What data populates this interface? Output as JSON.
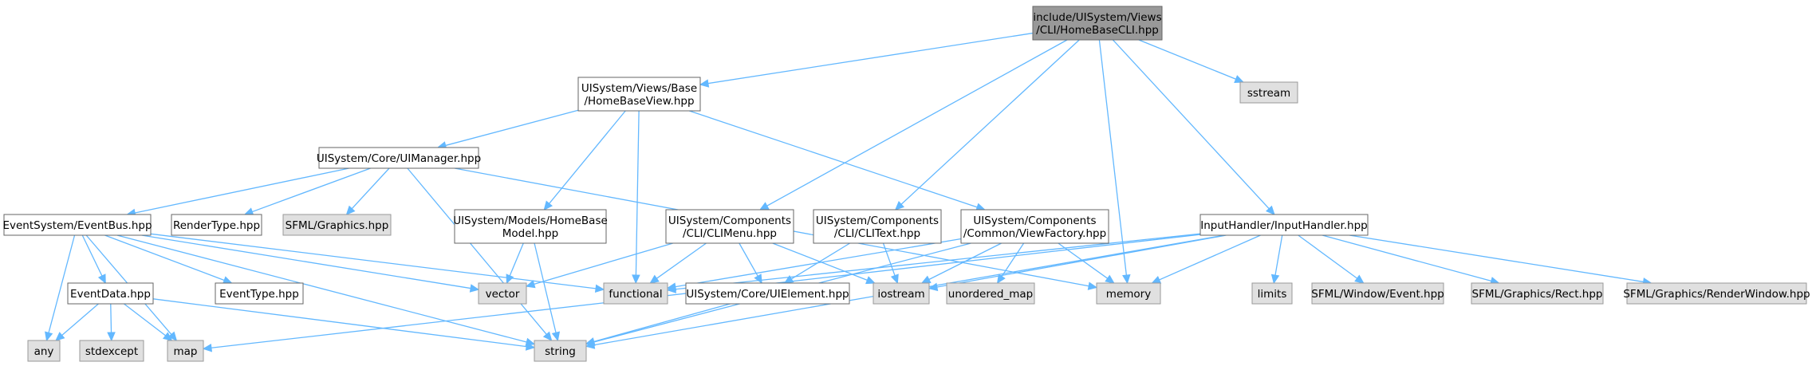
{
  "graph": {
    "colors": {
      "root_fill": "#999999",
      "root_stroke": "#666666",
      "internal_fill": "#ffffff",
      "internal_stroke": "#666666",
      "external_fill": "#e0e0e0",
      "external_stroke": "#999999",
      "edge": "#63b8ff"
    },
    "nodes": [
      {
        "id": "root",
        "kind": "root",
        "label": [
          "include/UISystem/Views",
          "/CLI/HomeBaseCLI.hpp"
        ]
      },
      {
        "id": "sstream",
        "kind": "external",
        "label": [
          "sstream"
        ]
      },
      {
        "id": "homebaseview",
        "kind": "internal",
        "label": [
          "UISystem/Views/Base",
          "/HomeBaseView.hpp"
        ]
      },
      {
        "id": "uimanager",
        "kind": "internal",
        "label": [
          "UISystem/Core/UIManager.hpp"
        ]
      },
      {
        "id": "eventbus",
        "kind": "internal",
        "label": [
          "EventSystem/EventBus.hpp"
        ]
      },
      {
        "id": "rendertype",
        "kind": "internal",
        "label": [
          "RenderType.hpp"
        ]
      },
      {
        "id": "sfmlgraphics",
        "kind": "external",
        "label": [
          "SFML/Graphics.hpp"
        ]
      },
      {
        "id": "homebasemodel",
        "kind": "internal",
        "label": [
          "UISystem/Models/HomeBase",
          "Model.hpp"
        ]
      },
      {
        "id": "climenu",
        "kind": "internal",
        "label": [
          "UISystem/Components",
          "/CLI/CLIMenu.hpp"
        ]
      },
      {
        "id": "clitext",
        "kind": "internal",
        "label": [
          "UISystem/Components",
          "/CLI/CLIText.hpp"
        ]
      },
      {
        "id": "viewfactory",
        "kind": "internal",
        "label": [
          "UISystem/Components",
          "/Common/ViewFactory.hpp"
        ]
      },
      {
        "id": "inputhandler",
        "kind": "internal",
        "label": [
          "InputHandler/InputHandler.hpp"
        ]
      },
      {
        "id": "eventdata",
        "kind": "internal",
        "label": [
          "EventData.hpp"
        ]
      },
      {
        "id": "eventtype",
        "kind": "internal",
        "label": [
          "EventType.hpp"
        ]
      },
      {
        "id": "vector",
        "kind": "external",
        "label": [
          "vector"
        ]
      },
      {
        "id": "functional",
        "kind": "external",
        "label": [
          "functional"
        ]
      },
      {
        "id": "uielement",
        "kind": "internal",
        "label": [
          "UISystem/Core/UIElement.hpp"
        ]
      },
      {
        "id": "iostream",
        "kind": "external",
        "label": [
          "iostream"
        ]
      },
      {
        "id": "unordered_map",
        "kind": "external",
        "label": [
          "unordered_map"
        ]
      },
      {
        "id": "memory",
        "kind": "external",
        "label": [
          "memory"
        ]
      },
      {
        "id": "limits",
        "kind": "external",
        "label": [
          "limits"
        ]
      },
      {
        "id": "sfmlevent",
        "kind": "external",
        "label": [
          "SFML/Window/Event.hpp"
        ]
      },
      {
        "id": "sfmlrect",
        "kind": "external",
        "label": [
          "SFML/Graphics/Rect.hpp"
        ]
      },
      {
        "id": "sfmlrenderwindow",
        "kind": "external",
        "label": [
          "SFML/Graphics/RenderWindow.hpp"
        ]
      },
      {
        "id": "any",
        "kind": "external",
        "label": [
          "any"
        ]
      },
      {
        "id": "stdexcept",
        "kind": "external",
        "label": [
          "stdexcept"
        ]
      },
      {
        "id": "map",
        "kind": "external",
        "label": [
          "map"
        ]
      },
      {
        "id": "string",
        "kind": "external",
        "label": [
          "string"
        ]
      }
    ],
    "edges": [
      [
        "root",
        "homebaseview"
      ],
      [
        "root",
        "sstream"
      ],
      [
        "root",
        "climenu"
      ],
      [
        "root",
        "clitext"
      ],
      [
        "root",
        "memory"
      ],
      [
        "root",
        "inputhandler"
      ],
      [
        "homebaseview",
        "uimanager"
      ],
      [
        "homebaseview",
        "homebasemodel"
      ],
      [
        "homebaseview",
        "functional"
      ],
      [
        "homebaseview",
        "viewfactory"
      ],
      [
        "uimanager",
        "eventbus"
      ],
      [
        "uimanager",
        "rendertype"
      ],
      [
        "uimanager",
        "sfmlgraphics"
      ],
      [
        "uimanager",
        "memory"
      ],
      [
        "uimanager",
        "string"
      ],
      [
        "eventbus",
        "eventdata"
      ],
      [
        "eventbus",
        "eventtype"
      ],
      [
        "eventbus",
        "vector"
      ],
      [
        "eventbus",
        "functional"
      ],
      [
        "eventbus",
        "any"
      ],
      [
        "eventbus",
        "map"
      ],
      [
        "eventbus",
        "string"
      ],
      [
        "eventdata",
        "any"
      ],
      [
        "eventdata",
        "stdexcept"
      ],
      [
        "eventdata",
        "map"
      ],
      [
        "eventdata",
        "string"
      ],
      [
        "homebasemodel",
        "vector"
      ],
      [
        "homebasemodel",
        "string"
      ],
      [
        "climenu",
        "vector"
      ],
      [
        "climenu",
        "functional"
      ],
      [
        "climenu",
        "uielement"
      ],
      [
        "climenu",
        "iostream"
      ],
      [
        "clitext",
        "uielement"
      ],
      [
        "clitext",
        "iostream"
      ],
      [
        "viewfactory",
        "functional"
      ],
      [
        "viewfactory",
        "iostream"
      ],
      [
        "viewfactory",
        "unordered_map"
      ],
      [
        "viewfactory",
        "memory"
      ],
      [
        "viewfactory",
        "string"
      ],
      [
        "uielement",
        "string"
      ],
      [
        "inputhandler",
        "functional"
      ],
      [
        "inputhandler",
        "iostream"
      ],
      [
        "inputhandler",
        "memory"
      ],
      [
        "inputhandler",
        "limits"
      ],
      [
        "inputhandler",
        "sfmlevent"
      ],
      [
        "inputhandler",
        "sfmlrect"
      ],
      [
        "inputhandler",
        "sfmlrenderwindow"
      ],
      [
        "inputhandler",
        "map"
      ],
      [
        "inputhandler",
        "string"
      ]
    ]
  }
}
